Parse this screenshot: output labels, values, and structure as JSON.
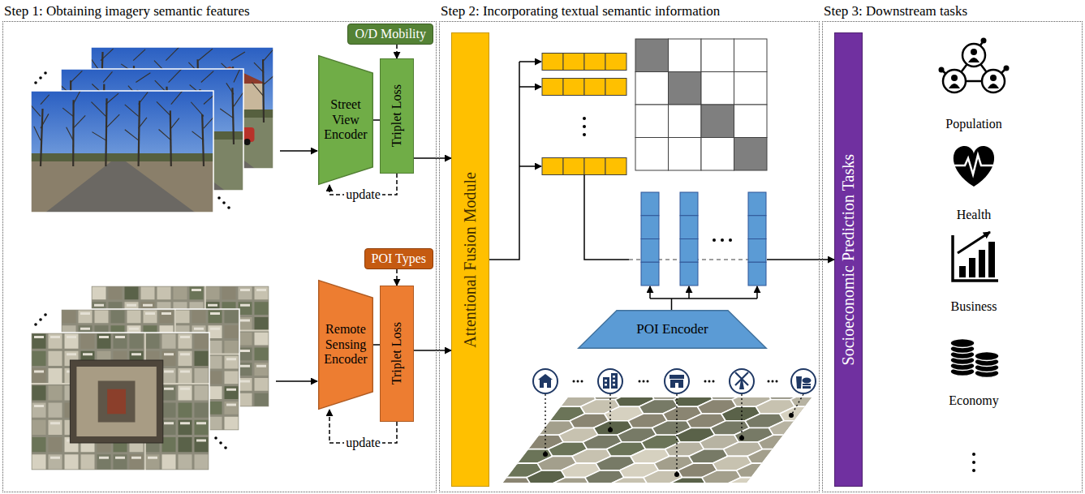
{
  "diagram": {
    "nodes": [
      {
        "text": [
          "Step 1: Obtaining imagery semantic features"
        ]
      },
      {
        "text": [
          "O/D Mobility"
        ],
        "in": 0
      },
      {
        "text": [
          "Street View Encoder"
        ],
        "in": 0
      },
      {
        "text": [
          "Triplet Loss"
        ],
        "in": 0
      },
      {
        "text": [
          "POI Types"
        ],
        "in": 0
      },
      {
        "text": [
          "Remote Sensing Encoder"
        ],
        "in": 0
      },
      {
        "text": [
          "Triplet Loss"
        ],
        "in": 0
      },
      {
        "text": [
          "Step 2: Incorporating textual semantic information"
        ]
      },
      {
        "text": [
          "Attentional Fusion Module"
        ],
        "in": 7
      },
      {
        "text": [
          "POI Encoder"
        ],
        "in": 7
      },
      {
        "text": [
          "Step 3: Downstream tasks"
        ]
      },
      {
        "text": [
          "Socioeconomic Prediction Tasks"
        ],
        "in": 10
      }
    ],
    "edges": [
      {
        "from": 2,
        "to": 3,
        "arrow": "none"
      },
      {
        "from": 1,
        "to": 3,
        "arrow": "to"
      },
      {
        "from": 3,
        "to": 2,
        "label": "update",
        "arrow": "to"
      },
      {
        "from": 3,
        "to": 8,
        "arrow": "to"
      },
      {
        "from": 5,
        "to": 6,
        "arrow": "none"
      },
      {
        "from": 4,
        "to": 6,
        "arrow": "to"
      },
      {
        "from": 6,
        "to": 5,
        "label": "update",
        "arrow": "to"
      },
      {
        "from": 6,
        "to": 8,
        "arrow": "to"
      }
    ],
    "labels": [
      "Population",
      "Health",
      "Business",
      "Economy"
    ]
  }
}
